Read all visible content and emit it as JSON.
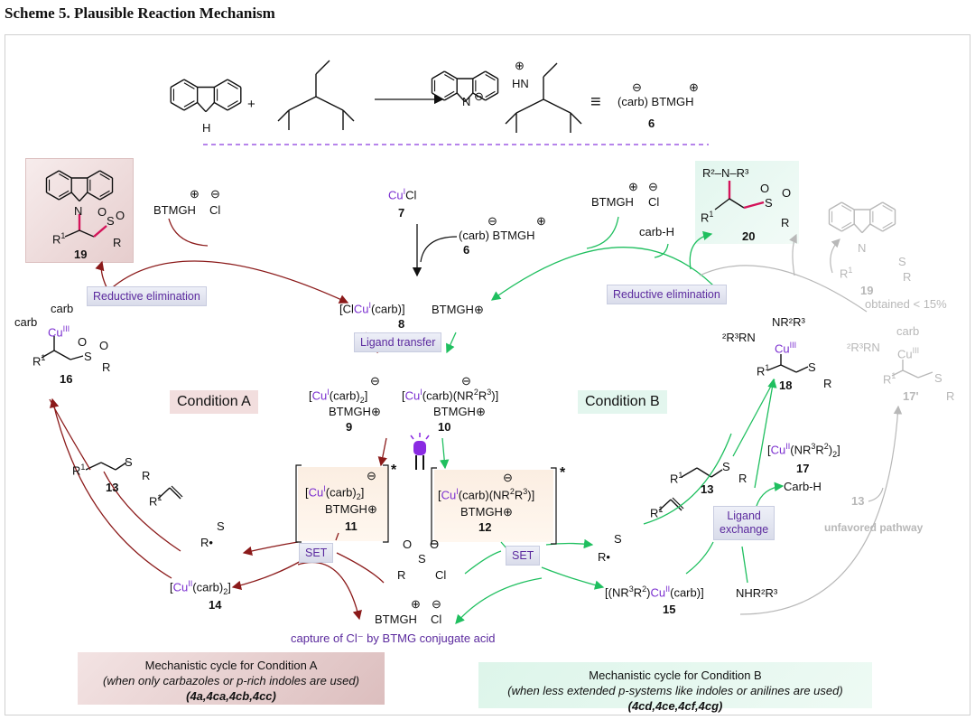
{
  "title": "Scheme 5. Plausible Reaction Mechanism",
  "colors": {
    "cycle_a": "#8b1a1a",
    "cycle_b": "#1fbf5f",
    "label_text": "#5b2a9e",
    "copper": "#7b2fd0",
    "unfavored": "#b8b8b8",
    "new_bond": "#d4145a"
  },
  "top": {
    "plus": "+",
    "equiv": "≡",
    "carb": "(carb) BTMGH",
    "compound": "6",
    "hn": "HN",
    "n": "N",
    "nh": "H"
  },
  "charges": {
    "plus": "⊕",
    "minus": "⊖"
  },
  "common": {
    "btmgh": "BTMGH",
    "cl": "Cl",
    "carb": "carb",
    "cu": "Cu",
    "r": "R",
    "r1": "R",
    "one": "1",
    "o": "O",
    "s": "S",
    "n": "N"
  },
  "c7": {
    "cu": "Cu",
    "ox": "I",
    "cl": "Cl",
    "num": "7"
  },
  "c6": {
    "text": "(carb) BTMGH",
    "num": "6"
  },
  "c8": {
    "a": "[Cl",
    "cu": "Cu",
    "ox": "I",
    "b": "(carb)]",
    "btmgh": "BTMGH",
    "num": "8"
  },
  "c9": {
    "a": "[",
    "cu": "Cu",
    "ox": "I",
    "b": "(carb)",
    "sub": "2",
    "c": "]",
    "btmgh": "BTMGH⊕",
    "num": "9"
  },
  "c10": {
    "a": "[",
    "cu": "Cu",
    "ox": "I",
    "b": "(carb)(NR",
    "s2": "2",
    "c": "R",
    "s3": "3",
    "d": ")]",
    "btmgh": "BTMGH⊕",
    "num": "10"
  },
  "c11": {
    "num": "11",
    "star": "*"
  },
  "c12": {
    "num": "12",
    "star": "*"
  },
  "c13": {
    "num": "13"
  },
  "c14": {
    "a": "[",
    "cu": "Cu",
    "ox": "II",
    "b": "(carb)",
    "sub": "2",
    "c": "]",
    "num": "14"
  },
  "c15": {
    "a": "[(NR",
    "s3": "3",
    "b": "R",
    "s2": "2",
    "c": ")",
    "cu": "Cu",
    "ox": "II",
    "d": "(carb)]",
    "num": "15"
  },
  "c16": {
    "cu": "Cu",
    "ox": "III",
    "num": "16"
  },
  "c17": {
    "a": "[",
    "cu": "Cu",
    "ox": "II",
    "b": "(NR",
    "s3": "3",
    "c": "R",
    "s2": "2",
    "d": ")",
    "sub": "2",
    "e": "]",
    "num": "17"
  },
  "c17p": {
    "num": "17'",
    "amine": "²R³RN"
  },
  "c18": {
    "amine_top": "NR²R³",
    "amine_left": "²R³RN",
    "num": "18"
  },
  "c19": {
    "num": "19",
    "note": "obtained < 15%"
  },
  "c20": {
    "amine": "R²–N–R³",
    "num": "20"
  },
  "labels": {
    "reductive_elimination": "Reductive elimination",
    "ligand_transfer": "Ligand transfer",
    "set": "SET",
    "ligand_exchange_1": "Ligand",
    "ligand_exchange_2": "exchange",
    "condition_a": "Condition A",
    "condition_b": "Condition B",
    "carb_h": "carb-H",
    "carb_h2": "Carb-H",
    "nhr": "NHR²R³",
    "unfavored": "unfavored pathway",
    "unfavored_13": "13",
    "capture": "capture of Cl⁻ by BTMG conjugate acid"
  },
  "footer_a": {
    "line1": "Mechanistic cycle for Condition A",
    "line2": "(when only carbazoles or p-rich indoles are used)",
    "line3": "(4a,4ca,4cb,4cc)"
  },
  "footer_b": {
    "line1": "Mechanistic cycle for Condition B",
    "line2": "(when less extended p-systems like indoles or anilines are used)",
    "line3": "(4cd,4ce,4cf,4cg)"
  },
  "icons": {
    "light": "purple-led-lamp-icon"
  }
}
